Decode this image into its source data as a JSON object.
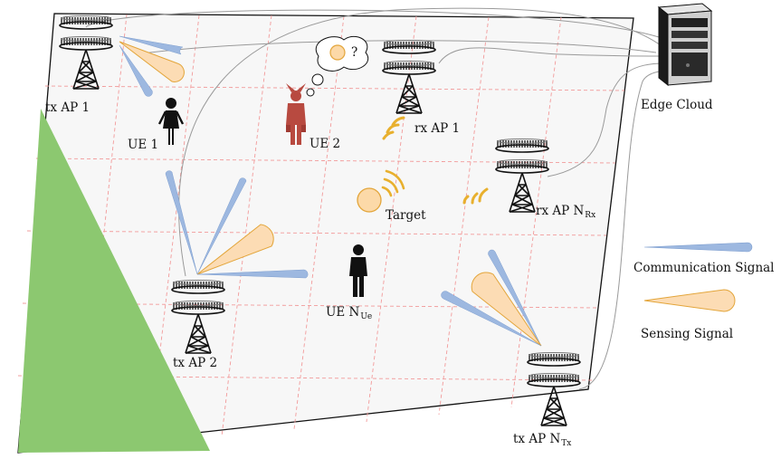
{
  "labels": {
    "tx_ap_1": "tx AP 1",
    "tx_ap_2": "tx AP 2",
    "tx_ap_ntx_main": "tx AP N",
    "tx_ap_ntx_sub": "Tx",
    "rx_ap_1": "rx AP 1",
    "rx_ap_nrx_main": "rx AP N",
    "rx_ap_nrx_sub": "Rx",
    "ue_1": "UE 1",
    "ue_2": "UE 2",
    "ue_nue_main": "UE N",
    "ue_nue_sub": "Ue",
    "target": "Target",
    "edge_cloud": "Edge Cloud",
    "thought_question": "?"
  },
  "legend": {
    "communication": "Communication Signal",
    "sensing": "Sensing Signal"
  },
  "colors": {
    "communication_beam": "#9db8e0",
    "sensing_beam": "#fcdcb4",
    "sensing_stroke": "#e3a53a",
    "grid_line": "#f29a9a",
    "obstacle": "#8cc870",
    "adversary_ue": "#b84a40",
    "user": "#111111",
    "floor": "#f7f7f7"
  },
  "icons": {
    "access_point": "antenna-tower-icon",
    "user": "person-icon",
    "adversary": "devil-person-icon",
    "target": "target-sphere-icon",
    "server": "server-tower-icon"
  }
}
